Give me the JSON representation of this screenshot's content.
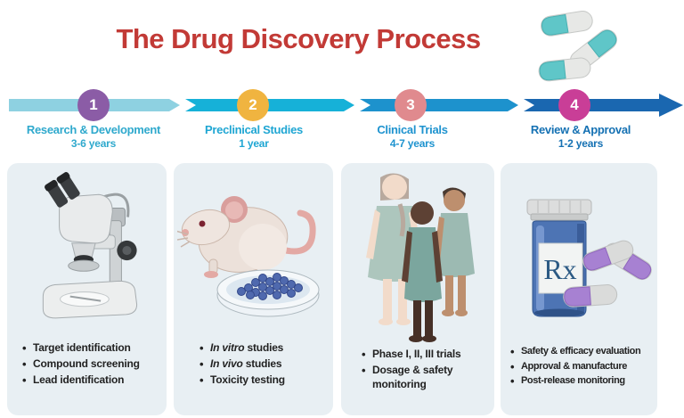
{
  "title": {
    "text": "The Drug Discovery Process",
    "color": "#c23a36"
  },
  "header_illustration": "capsule-pills-illustration",
  "timeline": {
    "stages": [
      {
        "number": "1",
        "label": "Research & Development",
        "duration": "3-6 years",
        "circle_color": "#8b5ca6",
        "segment_color": "#8ed1e1",
        "label_color": "#2fa9cd"
      },
      {
        "number": "2",
        "label": "Preclinical Studies",
        "duration": "1 year",
        "circle_color": "#f0b440",
        "segment_color": "#16b1d8",
        "label_color": "#1fa6d3"
      },
      {
        "number": "3",
        "label": "Clinical Trials",
        "duration": "4-7 years",
        "circle_color": "#e08a8e",
        "segment_color": "#1d92cd",
        "label_color": "#1e93cf"
      },
      {
        "number": "4",
        "label": "Review & Approval",
        "duration": "1-2 years",
        "circle_color": "#c93e97",
        "segment_color": "#1a67b0",
        "label_color": "#1571b3"
      }
    ]
  },
  "panels": [
    {
      "illustration": "microscope-illustration",
      "background": "#e8eff3",
      "bullets": [
        {
          "em": "",
          "text": "Target identification"
        },
        {
          "em": "",
          "text": "Compound screening"
        },
        {
          "em": "",
          "text": "Lead identification"
        }
      ]
    },
    {
      "illustration": "mouse-petri-dish-illustration",
      "background": "#e8eff3",
      "bullets": [
        {
          "em": "In vitro",
          "text": " studies"
        },
        {
          "em": "In vivo",
          "text": " studies"
        },
        {
          "em": "",
          "text": "Toxicity testing"
        }
      ]
    },
    {
      "illustration": "clinical-patients-illustration",
      "background": "#e8eff3",
      "bullets": [
        {
          "em": "",
          "text": "Phase I, II, III trials"
        },
        {
          "em": "",
          "text": "Dosage & safety monitoring"
        }
      ]
    },
    {
      "illustration": "pill-bottle-capsules-illustration",
      "background": "#e8eff3",
      "bullets": [
        {
          "em": "",
          "text": "Safety & efficacy evaluation"
        },
        {
          "em": "",
          "text": "Approval & manufacture"
        },
        {
          "em": "",
          "text": "Post-release monitoring"
        }
      ]
    }
  ],
  "rx_label": "Rx"
}
